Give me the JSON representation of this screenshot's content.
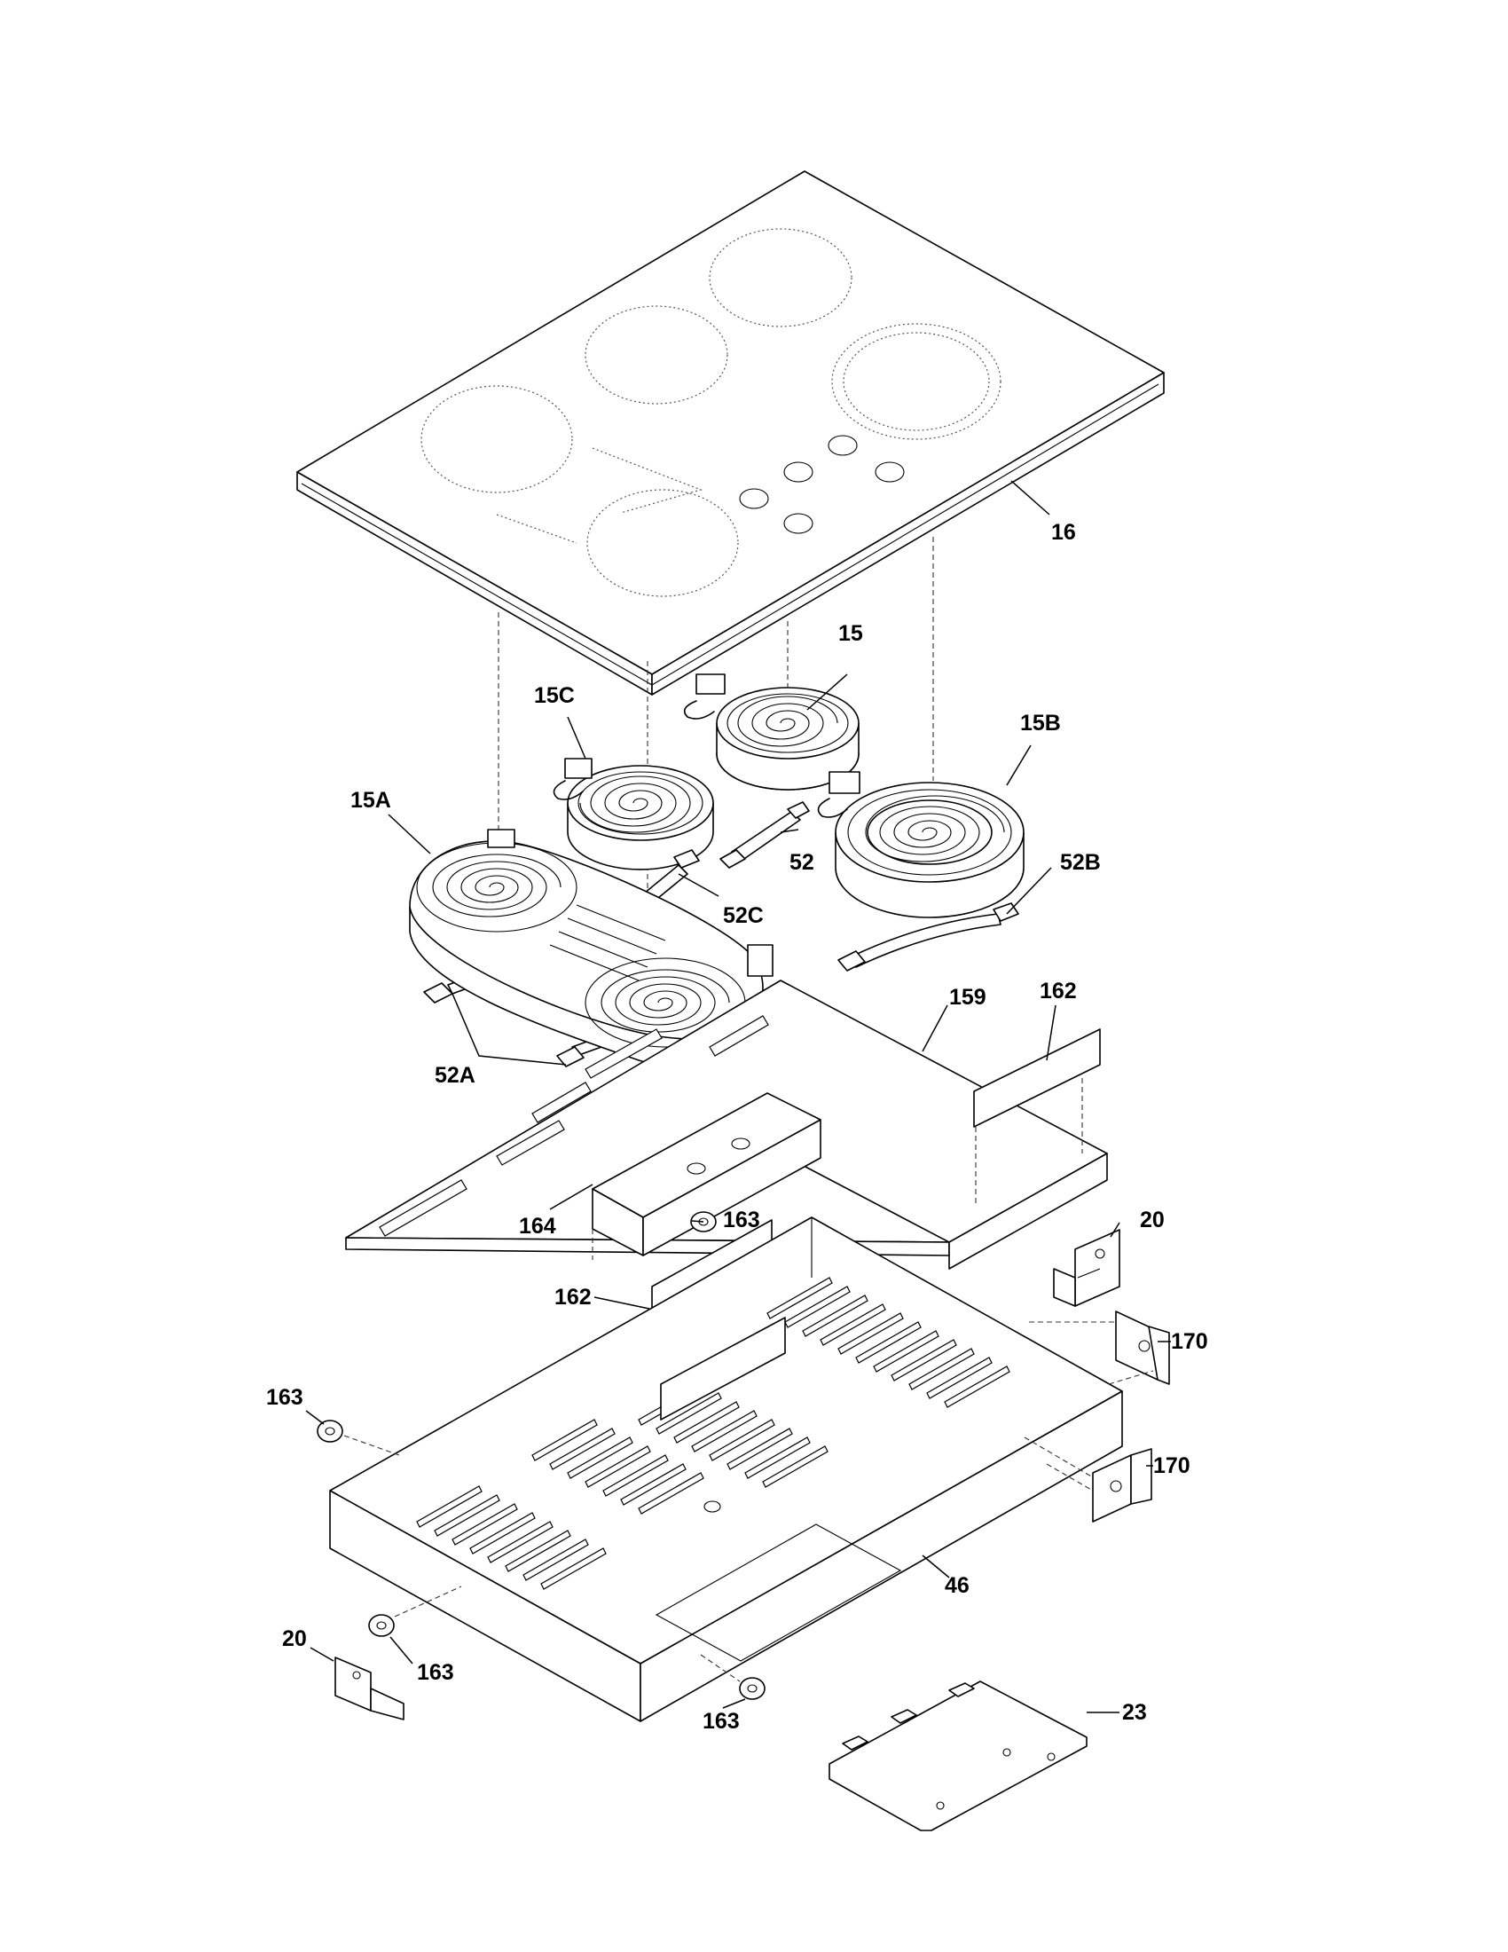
{
  "callouts": {
    "c16": "16",
    "c15": "15",
    "c15c": "15C",
    "c15b": "15B",
    "c15a": "15A",
    "c52": "52",
    "c52b": "52B",
    "c52c": "52C",
    "c52a": "52A",
    "c159": "159",
    "c162a": "162",
    "c162b": "162",
    "c164": "164",
    "c163a": "163",
    "c163b": "163",
    "c163c": "163",
    "c163d": "163",
    "c20a": "20",
    "c20b": "20",
    "c170a": "170",
    "c170b": "170",
    "c46": "46",
    "c23": "23"
  }
}
